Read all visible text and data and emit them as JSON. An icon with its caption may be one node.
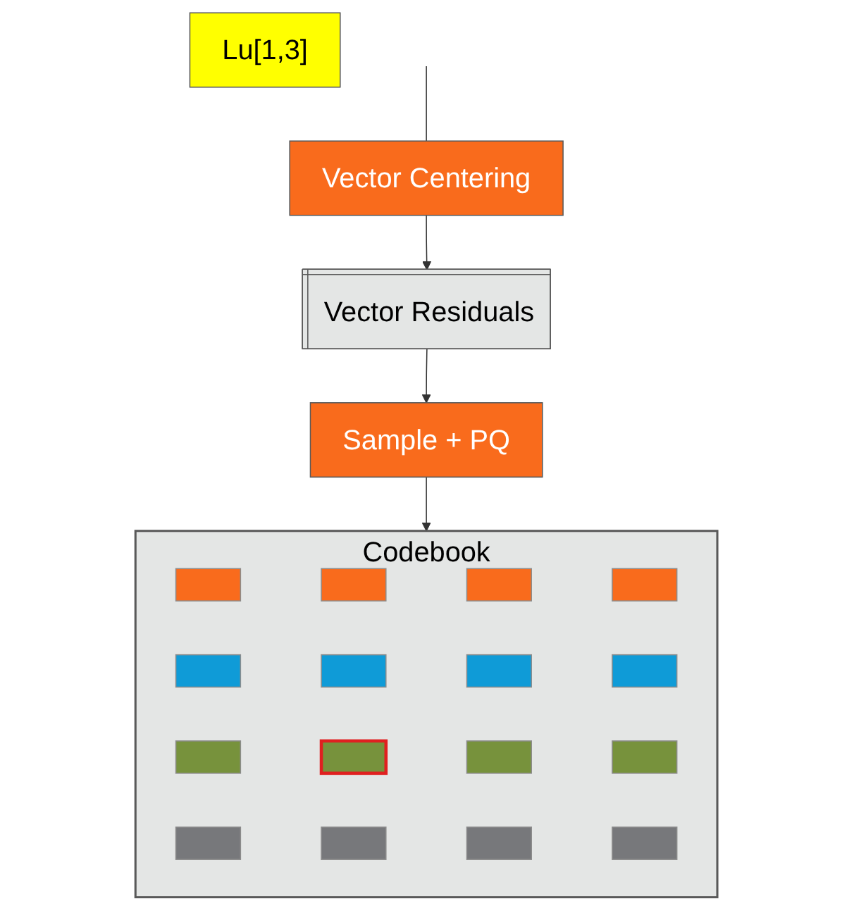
{
  "diagram": {
    "nodes": [
      {
        "text": [
          "Vector Centering"
        ]
      },
      {
        "text": [
          "Vector Residuals"
        ]
      },
      {
        "text": [
          "Sample + PQ"
        ]
      },
      {
        "text": [
          "Codebook"
        ]
      },
      {
        "text": [
          "Lu[1,3]"
        ]
      },
      {
        "text": [],
        "shape": "box",
        "in": 3
      },
      {
        "text": [],
        "shape": "box",
        "in": 3
      },
      {
        "text": [],
        "shape": "box",
        "in": 3
      },
      {
        "text": [],
        "shape": "box",
        "in": 3
      },
      {
        "text": [],
        "shape": "box",
        "in": 3
      },
      {
        "text": [],
        "shape": "box",
        "in": 3
      },
      {
        "text": [],
        "shape": "box",
        "in": 3
      },
      {
        "text": [],
        "shape": "box",
        "in": 3
      },
      {
        "text": [],
        "shape": "box",
        "in": 3
      },
      {
        "text": [],
        "shape": "box",
        "in": 3
      },
      {
        "text": [],
        "shape": "box",
        "in": 3
      },
      {
        "text": [],
        "shape": "box",
        "in": 3
      },
      {
        "text": [],
        "shape": "box",
        "in": 3
      },
      {
        "text": [],
        "shape": "box",
        "in": 3
      },
      {
        "text": [],
        "shape": "box",
        "in": 3
      },
      {
        "text": [],
        "shape": "box",
        "in": 3
      }
    ],
    "edges": [
      {
        "from": null,
        "to": 0,
        "arrow": "none"
      },
      {
        "from": 0,
        "to": 1,
        "arrow": "to"
      },
      {
        "from": 1,
        "to": 2,
        "arrow": "to"
      },
      {
        "from": 2,
        "to": 3,
        "arrow": "to"
      }
    ]
  }
}
